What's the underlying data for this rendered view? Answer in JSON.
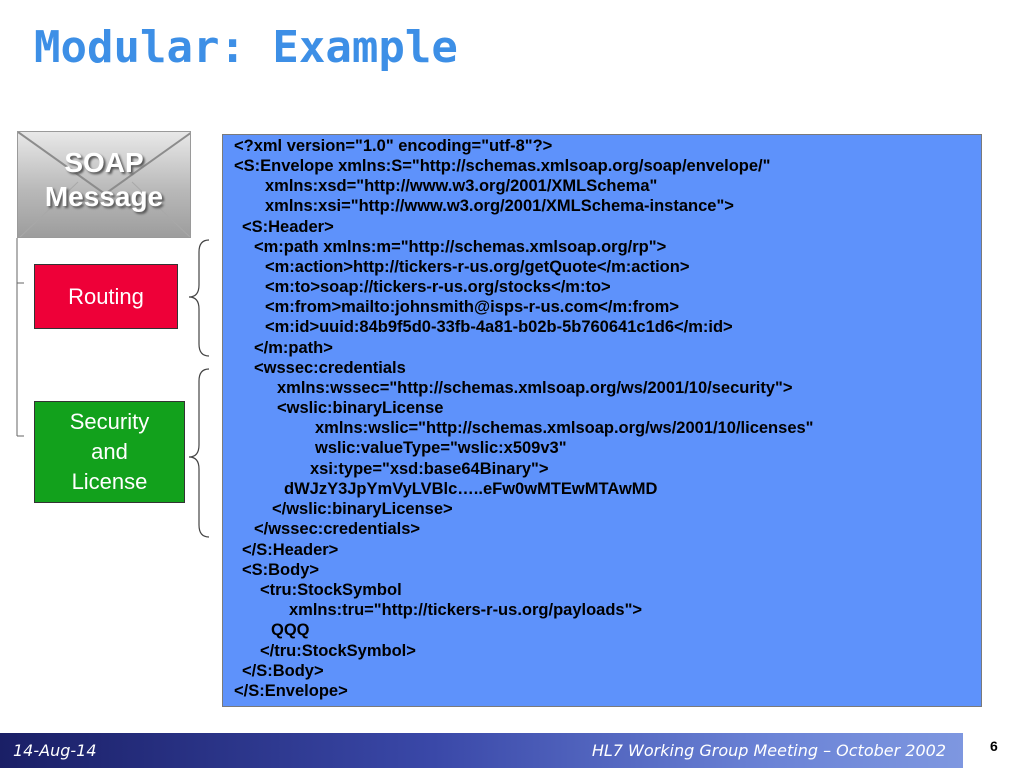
{
  "slide": {
    "title": "Modular: Example"
  },
  "soap_block": {
    "line1": "SOAP",
    "line2": "Message"
  },
  "routing_block": {
    "label": "Routing"
  },
  "security_block": {
    "line1": "Security",
    "line2": "and",
    "line3": "License"
  },
  "code": {
    "lines": [
      "<?xml version=\"1.0\" encoding=\"utf-8\"?>",
      "<S:Envelope xmlns:S=\"http://schemas.xmlsoap.org/soap/envelope/\"",
      "xmlns:xsd=\"http://www.w3.org/2001/XMLSchema\"",
      "xmlns:xsi=\"http://www.w3.org/2001/XMLSchema-instance\">",
      "<S:Header>",
      "<m:path xmlns:m=\"http://schemas.xmlsoap.org/rp\">",
      "<m:action>http://tickers-r-us.org/getQuote</m:action>",
      "<m:to>soap://tickers-r-us.org/stocks</m:to>",
      "<m:from>mailto:johnsmith@isps-r-us.com</m:from>",
      "<m:id>uuid:84b9f5d0-33fb-4a81-b02b-5b760641c1d6</m:id>",
      "</m:path>",
      "<wssec:credentials",
      "xmlns:wssec=\"http://schemas.xmlsoap.org/ws/2001/10/security\">",
      "<wslic:binaryLicense",
      "xmlns:wslic=\"http://schemas.xmlsoap.org/ws/2001/10/licenses\"",
      "wslic:valueType=\"wslic:x509v3\"",
      "xsi:type=\"xsd:base64Binary\">",
      "dWJzY3JpYmVyLVBlc…..eFw0wMTEwMTAwMD",
      "</wslic:binaryLicense>",
      "</wssec:credentials>",
      "</S:Header>",
      "<S:Body>",
      "<tru:StockSymbol",
      "xmlns:tru=\"http://tickers-r-us.org/payloads\">",
      "QQQ",
      "</tru:StockSymbol>",
      "</S:Body>",
      "</S:Envelope>"
    ]
  },
  "footer": {
    "date": "14-Aug-14",
    "event": "HL7 Working Group Meeting – October 2002",
    "page_number": "6"
  },
  "colors": {
    "title": "#3d8fe6",
    "code_panel": "#5e92fb",
    "routing": "#ee0038",
    "security": "#12a11c",
    "footer_start": "#1a1f66",
    "footer_end": "#7e97e0"
  }
}
